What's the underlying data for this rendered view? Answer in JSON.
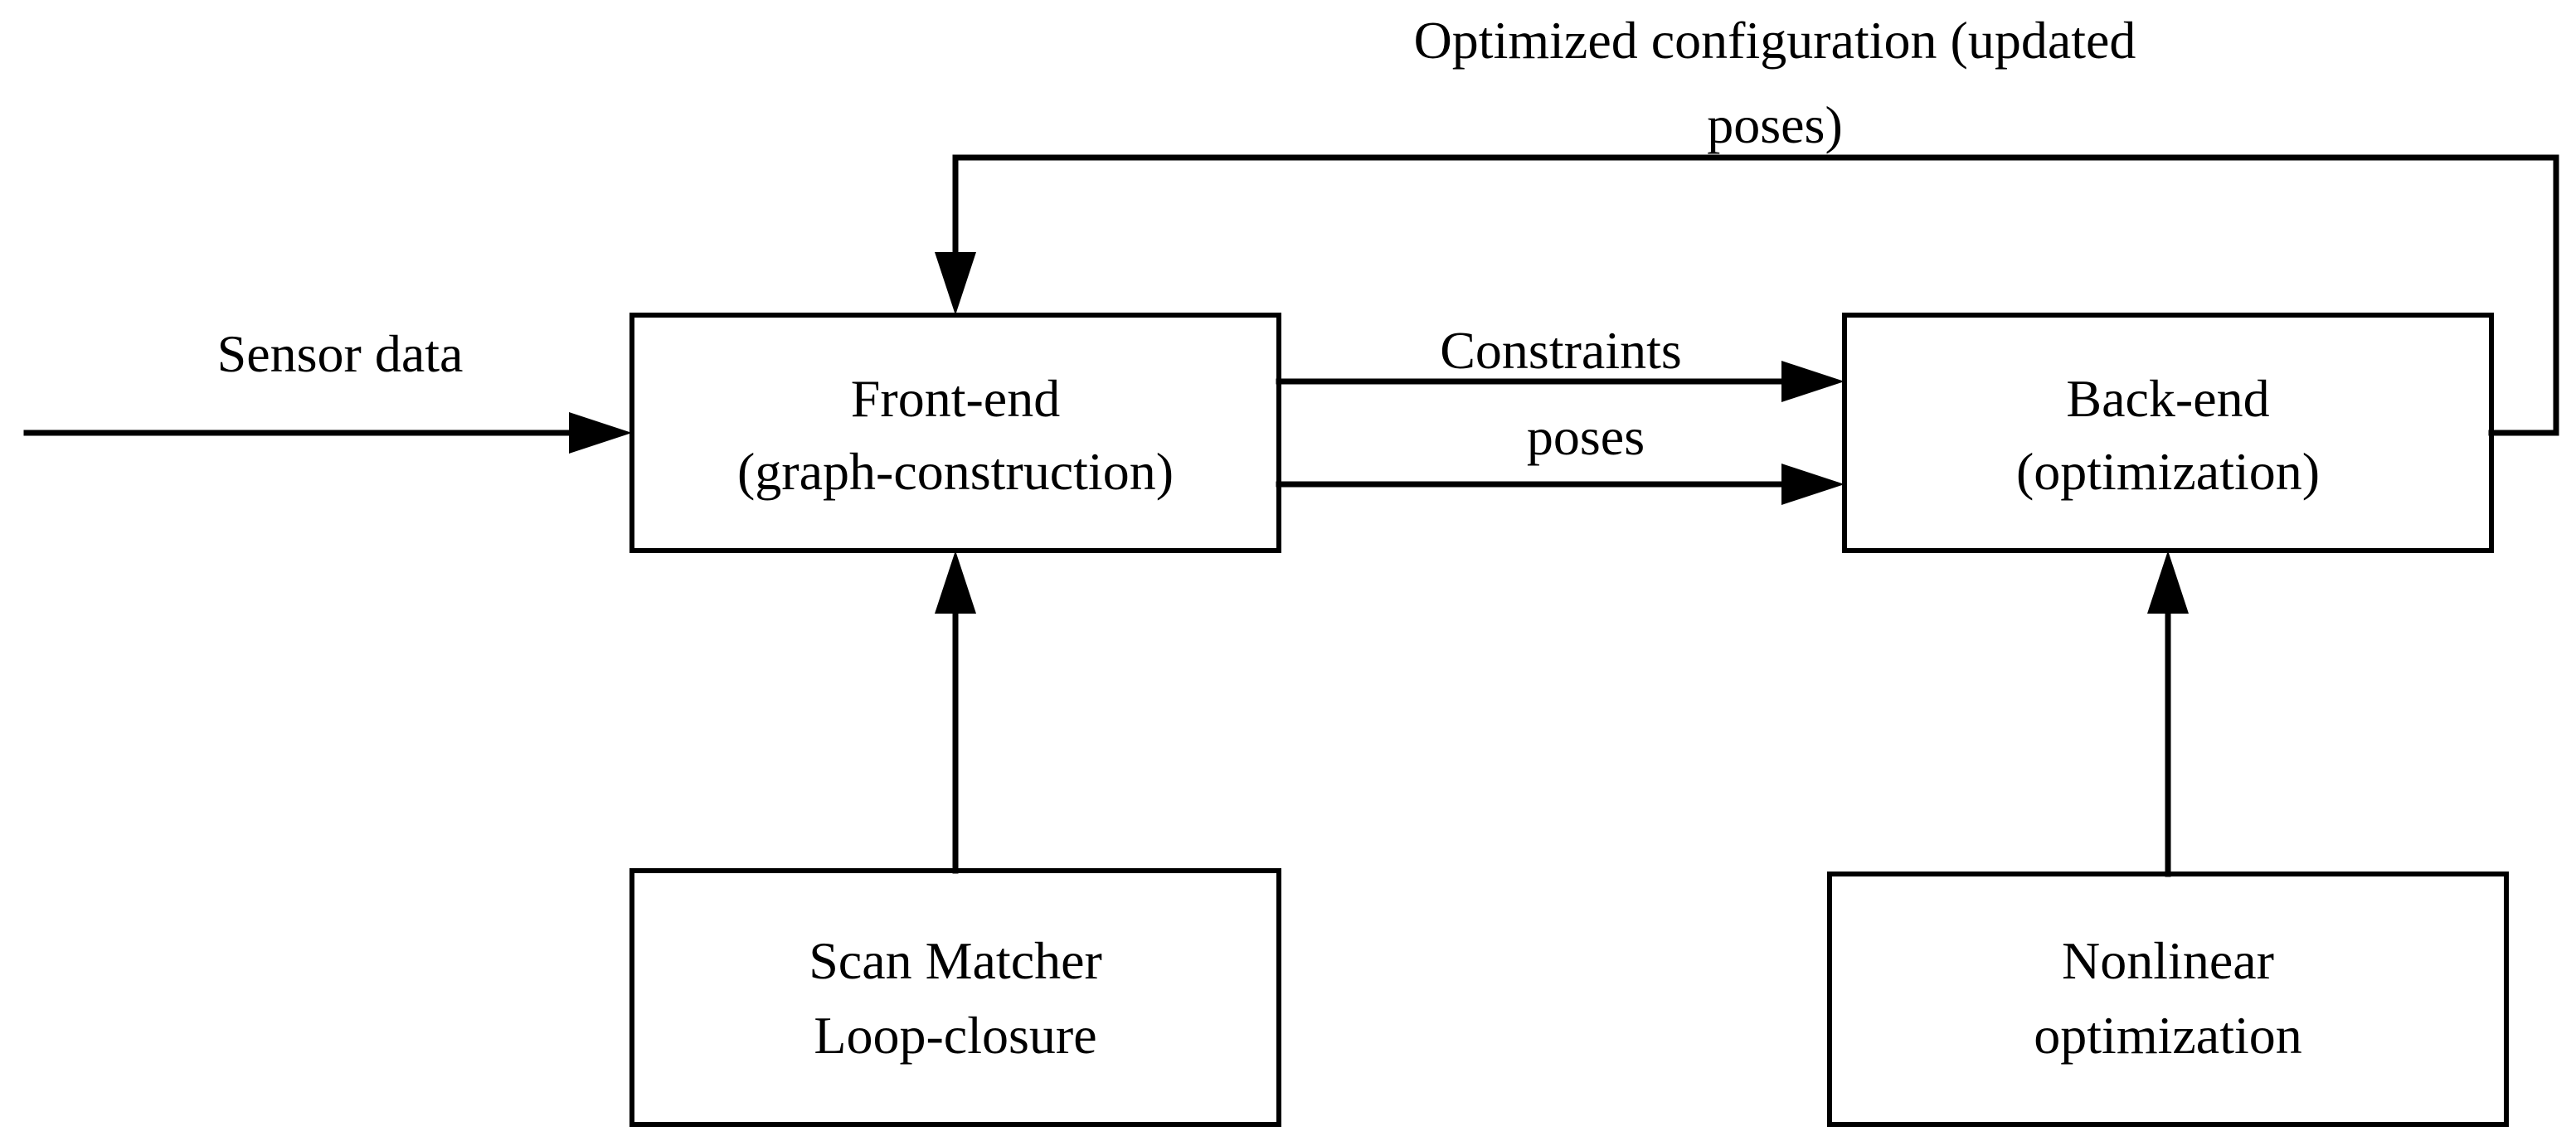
{
  "nodes": {
    "front_end": {
      "line1": "Front-end",
      "line2": "(graph-construction)"
    },
    "back_end": {
      "line1": "Back-end",
      "line2": "(optimization)"
    },
    "scan_matcher": {
      "line1": "Scan Matcher",
      "line2": "Loop-closure"
    },
    "nonlinear": {
      "line1": "Nonlinear",
      "line2": "optimization"
    }
  },
  "edges": {
    "sensor_data": "Sensor data",
    "constraints": "Constraints",
    "poses": "poses",
    "feedback": {
      "line1": "Optimized configuration (updated",
      "line2": "poses)"
    }
  },
  "colors": {
    "stroke": "#000000",
    "background": "#ffffff"
  }
}
